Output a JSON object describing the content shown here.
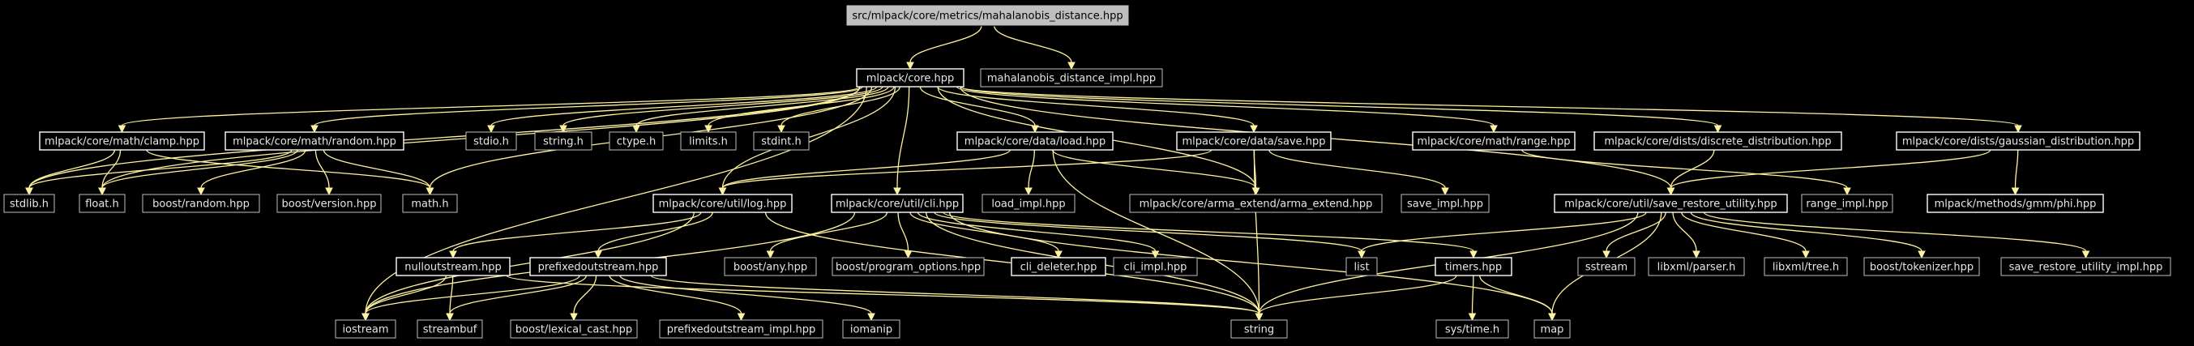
{
  "diagram": {
    "type": "include-dependency-graph",
    "colors": {
      "background": "#000000",
      "edge": "#fff2a0",
      "root_fill": "#bfbfbf",
      "documented_border": "#ffffff",
      "undocumented_border": "#bfbfbf",
      "label": "#e6e6e6"
    },
    "nodes": [
      {
        "id": "root",
        "label": "src/mlpack/core/metrics/mahalanobis_distance.hpp",
        "kind": "root"
      },
      {
        "id": "core",
        "label": "mlpack/core.hpp",
        "kind": "documented"
      },
      {
        "id": "mahal_impl",
        "label": "mahalanobis_distance_impl.hpp",
        "kind": "undocumented"
      },
      {
        "id": "clamp",
        "label": "mlpack/core/math/clamp.hpp",
        "kind": "documented"
      },
      {
        "id": "random",
        "label": "mlpack/core/math/random.hpp",
        "kind": "documented"
      },
      {
        "id": "stdio",
        "label": "stdio.h",
        "kind": "undocumented"
      },
      {
        "id": "stringh",
        "label": "string.h",
        "kind": "undocumented"
      },
      {
        "id": "ctype",
        "label": "ctype.h",
        "kind": "undocumented"
      },
      {
        "id": "limits",
        "label": "limits.h",
        "kind": "undocumented"
      },
      {
        "id": "stdint",
        "label": "stdint.h",
        "kind": "undocumented"
      },
      {
        "id": "load",
        "label": "mlpack/core/data/load.hpp",
        "kind": "documented"
      },
      {
        "id": "save",
        "label": "mlpack/core/data/save.hpp",
        "kind": "documented"
      },
      {
        "id": "range",
        "label": "mlpack/core/math/range.hpp",
        "kind": "documented"
      },
      {
        "id": "discrete",
        "label": "mlpack/core/dists/discrete_distribution.hpp",
        "kind": "documented"
      },
      {
        "id": "gaussian",
        "label": "mlpack/core/dists/gaussian_distribution.hpp",
        "kind": "documented"
      },
      {
        "id": "stdlib",
        "label": "stdlib.h",
        "kind": "undocumented"
      },
      {
        "id": "float",
        "label": "float.h",
        "kind": "undocumented"
      },
      {
        "id": "boost_random",
        "label": "boost/random.hpp",
        "kind": "undocumented"
      },
      {
        "id": "boost_version",
        "label": "boost/version.hpp",
        "kind": "undocumented"
      },
      {
        "id": "math",
        "label": "math.h",
        "kind": "undocumented"
      },
      {
        "id": "log",
        "label": "mlpack/core/util/log.hpp",
        "kind": "documented"
      },
      {
        "id": "cli",
        "label": "mlpack/core/util/cli.hpp",
        "kind": "documented"
      },
      {
        "id": "load_impl",
        "label": "load_impl.hpp",
        "kind": "undocumented"
      },
      {
        "id": "arma_extend",
        "label": "mlpack/core/arma_extend/arma_extend.hpp",
        "kind": "undocumented"
      },
      {
        "id": "save_impl",
        "label": "save_impl.hpp",
        "kind": "undocumented"
      },
      {
        "id": "sru",
        "label": "mlpack/core/util/save_restore_utility.hpp",
        "kind": "documented"
      },
      {
        "id": "range_impl",
        "label": "range_impl.hpp",
        "kind": "undocumented"
      },
      {
        "id": "phi",
        "label": "mlpack/methods/gmm/phi.hpp",
        "kind": "documented"
      },
      {
        "id": "nullout",
        "label": "nulloutstream.hpp",
        "kind": "documented"
      },
      {
        "id": "prefixed",
        "label": "prefixedoutstream.hpp",
        "kind": "documented"
      },
      {
        "id": "boost_any",
        "label": "boost/any.hpp",
        "kind": "undocumented"
      },
      {
        "id": "boost_po",
        "label": "boost/program_options.hpp",
        "kind": "undocumented"
      },
      {
        "id": "cli_deleter",
        "label": "cli_deleter.hpp",
        "kind": "documented"
      },
      {
        "id": "cli_impl",
        "label": "cli_impl.hpp",
        "kind": "undocumented"
      },
      {
        "id": "list",
        "label": "list",
        "kind": "undocumented"
      },
      {
        "id": "timers",
        "label": "timers.hpp",
        "kind": "documented"
      },
      {
        "id": "sstream",
        "label": "sstream",
        "kind": "undocumented"
      },
      {
        "id": "libxml_parser",
        "label": "libxml/parser.h",
        "kind": "undocumented"
      },
      {
        "id": "libxml_tree",
        "label": "libxml/tree.h",
        "kind": "undocumented"
      },
      {
        "id": "boost_tokenizer",
        "label": "boost/tokenizer.hpp",
        "kind": "undocumented"
      },
      {
        "id": "sru_impl",
        "label": "save_restore_utility_impl.hpp",
        "kind": "undocumented"
      },
      {
        "id": "iostream",
        "label": "iostream",
        "kind": "undocumented"
      },
      {
        "id": "streambuf",
        "label": "streambuf",
        "kind": "undocumented"
      },
      {
        "id": "lexical_cast",
        "label": "boost/lexical_cast.hpp",
        "kind": "undocumented"
      },
      {
        "id": "prefixed_impl",
        "label": "prefixedoutstream_impl.hpp",
        "kind": "undocumented"
      },
      {
        "id": "iomanip",
        "label": "iomanip",
        "kind": "undocumented"
      },
      {
        "id": "string",
        "label": "string",
        "kind": "undocumented"
      },
      {
        "id": "systime",
        "label": "sys/time.h",
        "kind": "undocumented"
      },
      {
        "id": "map",
        "label": "map",
        "kind": "undocumented"
      }
    ],
    "edges": [
      [
        "root",
        "core"
      ],
      [
        "root",
        "mahal_impl"
      ],
      [
        "core",
        "clamp"
      ],
      [
        "core",
        "random"
      ],
      [
        "core",
        "stdio"
      ],
      [
        "core",
        "stringh"
      ],
      [
        "core",
        "ctype"
      ],
      [
        "core",
        "limits"
      ],
      [
        "core",
        "stdint"
      ],
      [
        "core",
        "load"
      ],
      [
        "core",
        "save"
      ],
      [
        "core",
        "range"
      ],
      [
        "core",
        "discrete"
      ],
      [
        "core",
        "gaussian"
      ],
      [
        "core",
        "stdlib"
      ],
      [
        "core",
        "float"
      ],
      [
        "core",
        "math"
      ],
      [
        "core",
        "log"
      ],
      [
        "core",
        "cli"
      ],
      [
        "core",
        "arma_extend"
      ],
      [
        "core",
        "sru"
      ],
      [
        "core",
        "iostream"
      ],
      [
        "clamp",
        "stdlib"
      ],
      [
        "clamp",
        "float"
      ],
      [
        "clamp",
        "math"
      ],
      [
        "random",
        "stdlib"
      ],
      [
        "random",
        "float"
      ],
      [
        "random",
        "boost_random"
      ],
      [
        "random",
        "boost_version"
      ],
      [
        "random",
        "math"
      ],
      [
        "load",
        "log"
      ],
      [
        "load",
        "load_impl"
      ],
      [
        "load",
        "arma_extend"
      ],
      [
        "load",
        "string"
      ],
      [
        "save",
        "log"
      ],
      [
        "save",
        "save_impl"
      ],
      [
        "save",
        "arma_extend"
      ],
      [
        "save",
        "string"
      ],
      [
        "range",
        "range_impl"
      ],
      [
        "discrete",
        "sru"
      ],
      [
        "gaussian",
        "sru"
      ],
      [
        "gaussian",
        "phi"
      ],
      [
        "log",
        "nullout"
      ],
      [
        "log",
        "prefixed"
      ],
      [
        "log",
        "iostream"
      ],
      [
        "log",
        "string"
      ],
      [
        "cli",
        "boost_any"
      ],
      [
        "cli",
        "boost_po"
      ],
      [
        "cli",
        "cli_deleter"
      ],
      [
        "cli",
        "cli_impl"
      ],
      [
        "cli",
        "list"
      ],
      [
        "cli",
        "timers"
      ],
      [
        "cli",
        "map"
      ],
      [
        "cli",
        "iostream"
      ],
      [
        "cli",
        "string"
      ],
      [
        "sru",
        "list"
      ],
      [
        "sru",
        "sstream"
      ],
      [
        "sru",
        "libxml_parser"
      ],
      [
        "sru",
        "libxml_tree"
      ],
      [
        "sru",
        "boost_tokenizer"
      ],
      [
        "sru",
        "sru_impl"
      ],
      [
        "sru",
        "string"
      ],
      [
        "sru",
        "map"
      ],
      [
        "nullout",
        "iostream"
      ],
      [
        "nullout",
        "streambuf"
      ],
      [
        "nullout",
        "string"
      ],
      [
        "prefixed",
        "iostream"
      ],
      [
        "prefixed",
        "streambuf"
      ],
      [
        "prefixed",
        "lexical_cast"
      ],
      [
        "prefixed",
        "prefixed_impl"
      ],
      [
        "prefixed",
        "iomanip"
      ],
      [
        "prefixed",
        "string"
      ],
      [
        "timers",
        "systime"
      ],
      [
        "timers",
        "map"
      ],
      [
        "timers",
        "string"
      ]
    ]
  }
}
